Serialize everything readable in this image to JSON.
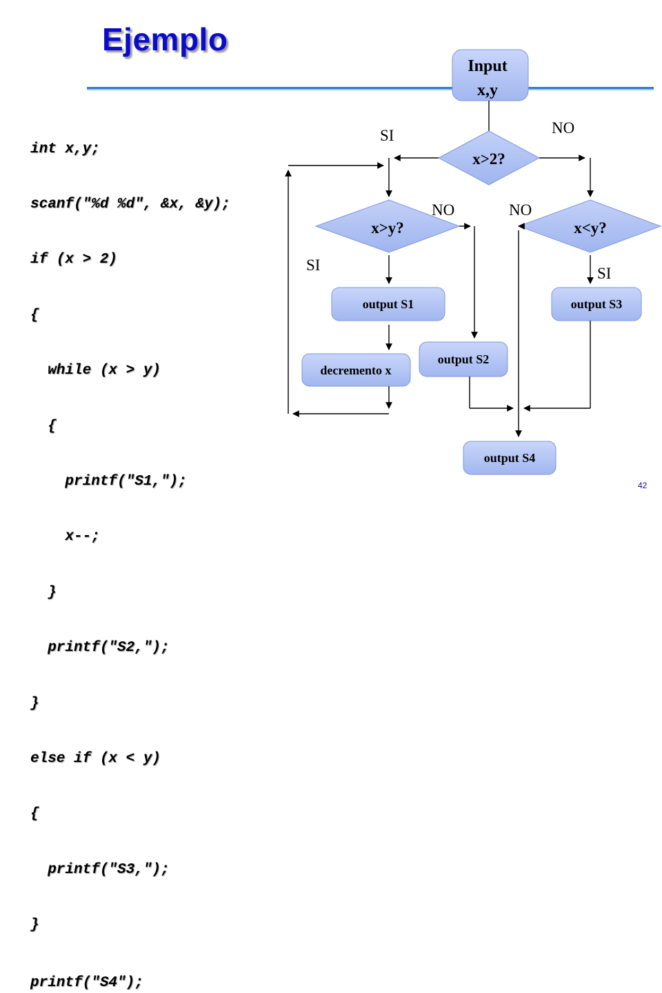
{
  "title": "Ejemplo",
  "page_number": "42",
  "code_lines": [
    "int x,y;",
    "scanf(\"%d %d\", &x, &y);",
    "if (x > 2)",
    "{",
    "  while (x > y)",
    "  {",
    "    printf(\"S1,\");",
    "    x--;",
    "  }",
    "  printf(\"S2,\");",
    "}",
    "else if (x < y)",
    "{",
    "  printf(\"S3,\");",
    "}",
    "printf(\"S4\");"
  ],
  "flowchart": {
    "input_line1": "Input",
    "input_line2": "x,y",
    "decision_x_gt_2": "x>2?",
    "decision_x_gt_y": "x>y?",
    "decision_x_lt_y": "x<y?",
    "label_si_top": "SI",
    "label_no_top": "NO",
    "label_no_xgty": "NO",
    "label_no_xlty": "NO",
    "label_si_xgty": "SI",
    "label_si_xlty": "SI",
    "output_s1": "output S1",
    "output_s2": "output S2",
    "output_s3": "output S3",
    "output_s4": "output S4",
    "decrement": "decremento  x"
  },
  "colors": {
    "title": "#0b0bcc",
    "divider": "#2a7fd4",
    "shape_fill": "#a9bdf2",
    "shape_fill_light": "#c9d6fa",
    "shape_stroke": "#7e97dd"
  }
}
